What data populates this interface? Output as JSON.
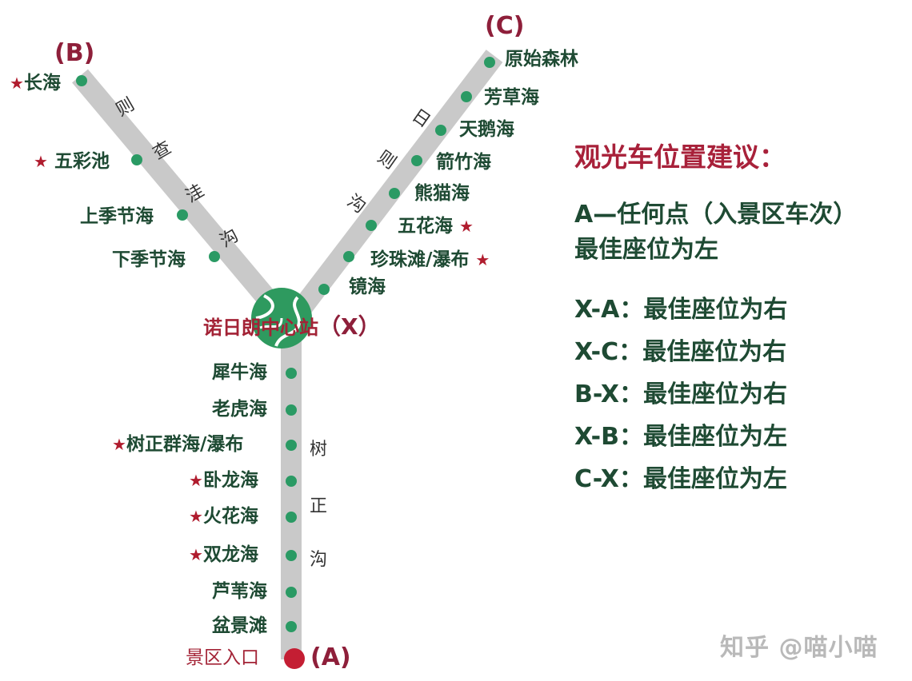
{
  "colors": {
    "route_line": "#c9c9c9",
    "station_dot": "#2a9a64",
    "terminal_label": "#8e1f3a",
    "star": "#b01c2e",
    "station_text": "#1e4a33",
    "entrance_dot": "#c41e33",
    "hub": "#2e9a5f"
  },
  "terminals": {
    "A": "(A)",
    "B": "(B)",
    "C": "(C)"
  },
  "center_station": {
    "name": "诺日朗中心站",
    "code": "（X）"
  },
  "routes": {
    "zechawa": {
      "name_chars": [
        "则",
        "查",
        "洼",
        "沟"
      ],
      "stations": [
        {
          "name": "长海",
          "star": true
        },
        {
          "name": "五彩池",
          "star": true
        },
        {
          "name": "上季节海",
          "star": false
        },
        {
          "name": "下季节海",
          "star": false
        }
      ]
    },
    "rize": {
      "name_chars": [
        "日",
        "则",
        "沟"
      ],
      "stations": [
        {
          "name": "原始森林",
          "star": false
        },
        {
          "name": "芳草海",
          "star": false
        },
        {
          "name": "天鹅海",
          "star": false
        },
        {
          "name": "箭竹海",
          "star": false
        },
        {
          "name": "熊猫海",
          "star": false
        },
        {
          "name": "五花海",
          "star": true
        },
        {
          "name": "珍珠滩/瀑布",
          "star": true
        },
        {
          "name": "镜海",
          "star": false
        }
      ]
    },
    "shuzheng": {
      "name_chars": [
        "树",
        "正",
        "沟"
      ],
      "stations": [
        {
          "name": "犀牛海",
          "star": false
        },
        {
          "name": "老虎海",
          "star": false
        },
        {
          "name": "树正群海/瀑布",
          "star": true
        },
        {
          "name": "卧龙海",
          "star": true
        },
        {
          "name": "火花海",
          "star": true
        },
        {
          "name": "双龙海",
          "star": true
        },
        {
          "name": "芦苇海",
          "star": false
        },
        {
          "name": "盆景滩",
          "star": false
        }
      ],
      "entrance": "景区入口"
    }
  },
  "icons": {
    "star": "★"
  },
  "advice": {
    "title": "观光车位置建议：",
    "line1": "A—任何点（入景区车次）",
    "line2": "最佳座位为左",
    "rules": [
      "X-A：最佳座位为右",
      "X-C：最佳座位为右",
      "B-X：最佳座位为右",
      "X-B：最佳座位为左",
      "C-X：最佳座位为左"
    ]
  },
  "watermark": "知乎 @喵小喵"
}
